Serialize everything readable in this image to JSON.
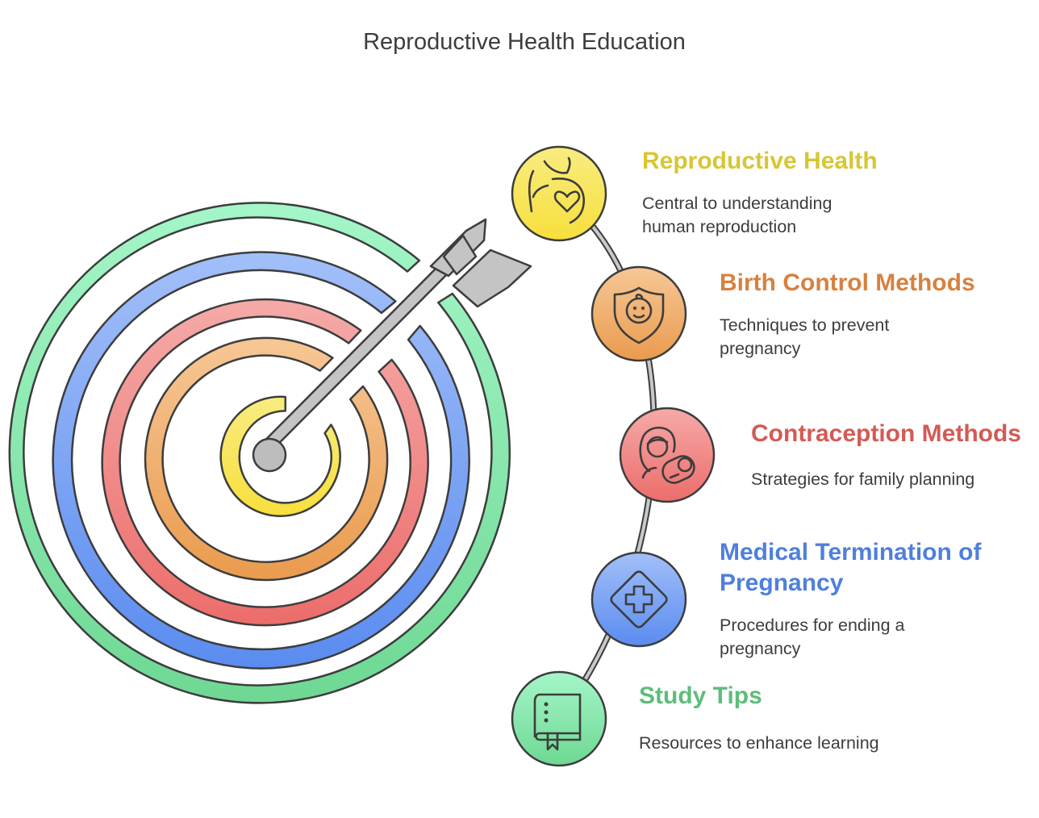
{
  "title": "Reproductive Health Education",
  "items": [
    {
      "title": "Reproductive Health",
      "description": "Central to understanding human reproduction",
      "color": "#d8c634",
      "icon": "pregnant-belly-heart-icon"
    },
    {
      "title": "Birth Control Methods",
      "description": "Techniques to prevent pregnancy",
      "color": "#d7813f",
      "icon": "baby-shield-icon"
    },
    {
      "title": "Contraception Methods",
      "description": "Strategies for family planning",
      "color": "#d45a55",
      "icon": "mother-baby-icon"
    },
    {
      "title": "Medical Termination of Pregnancy",
      "description": "Procedures for ending a pregnancy",
      "color": "#4f7fdd",
      "icon": "medical-cross-icon"
    },
    {
      "title": "Study Tips",
      "description": "Resources to enhance learning",
      "color": "#5dbd7a",
      "icon": "book-icon"
    }
  ]
}
